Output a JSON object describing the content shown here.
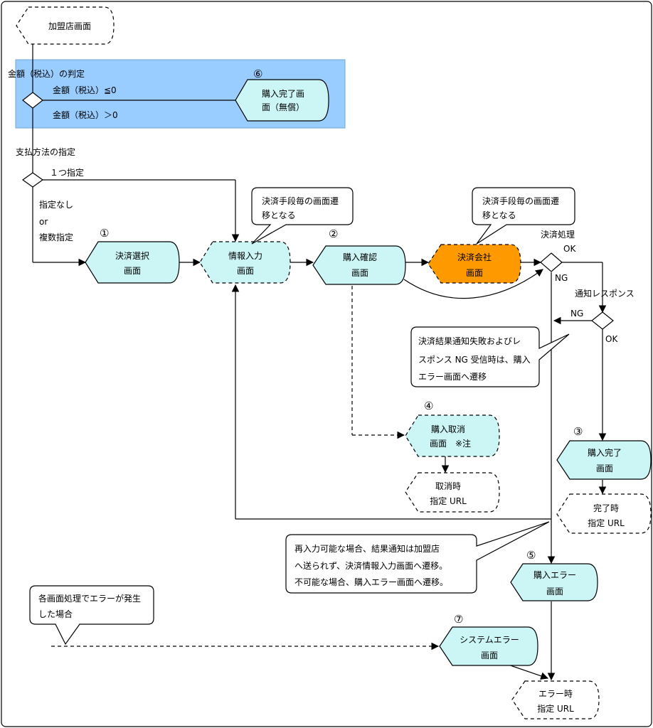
{
  "nodes": {
    "merchant_screen": "加盟店画面",
    "decision_amount": "金額（税込）の判定",
    "amount_le_zero": "金額（税込）≦0",
    "amount_gt_zero": "金額（税込）＞0",
    "purchase_complete_free_1": "購入完了画",
    "purchase_complete_free_2": "面（無償）",
    "decision_payment_method": "支払方法の指定",
    "one_specified": "１つ指定",
    "none_1": "指定なし",
    "none_2": "or",
    "none_3": "複数指定",
    "payment_select_1": "決済選択",
    "payment_select_2": "画面",
    "info_input_1": "情報入力",
    "info_input_2": "画面",
    "purchase_confirm_1": "購入確認",
    "purchase_confirm_2": "画面",
    "payment_company_1": "決済会社",
    "payment_company_2": "画面",
    "payment_process": "決済処理",
    "ok": "OK",
    "ng": "NG",
    "notify_response": "通知レスポンス",
    "purchase_cancel_1": "購入取消",
    "purchase_cancel_2": "画面　※注",
    "cancel_url_1": "取消時",
    "cancel_url_2": "指定 URL",
    "purchase_complete_1": "購入完了",
    "purchase_complete_2": "画面",
    "complete_url_1": "完了時",
    "complete_url_2": "指定 URL",
    "purchase_error_1": "購入エラー",
    "purchase_error_2": "画面",
    "system_error_1": "システムエラー",
    "system_error_2": "画面",
    "error_url_1": "エラー時",
    "error_url_2": "指定 URL"
  },
  "callouts": {
    "per_method_1a": "決済手段毎の画面遷",
    "per_method_1b": "移となる",
    "per_method_2a": "決済手段毎の画面遷",
    "per_method_2b": "移となる",
    "notify_fail_1": "決済結果通知失敗およびレ",
    "notify_fail_2": "スポンス NG 受信時は、購入",
    "notify_fail_3": "エラー画面へ遷移",
    "reinput_1": "再入力可能な場合、結果通知は加盟店",
    "reinput_2": "へ送られず、決済情報入力画面へ遷移。",
    "reinput_3": "不可能な場合、購入エラー画面へ遷移。",
    "each_screen_1": "各画面処理でエラーが発生",
    "each_screen_2": "した場合"
  },
  "numbers": {
    "n1": "①",
    "n2": "②",
    "n3": "③",
    "n4": "④",
    "n5": "⑤",
    "n6": "⑥",
    "n7": "⑦"
  },
  "colors": {
    "cyan": "#ccf5f5",
    "orange": "#ff9900",
    "blue_band": "#99ccff",
    "line": "#000000"
  }
}
